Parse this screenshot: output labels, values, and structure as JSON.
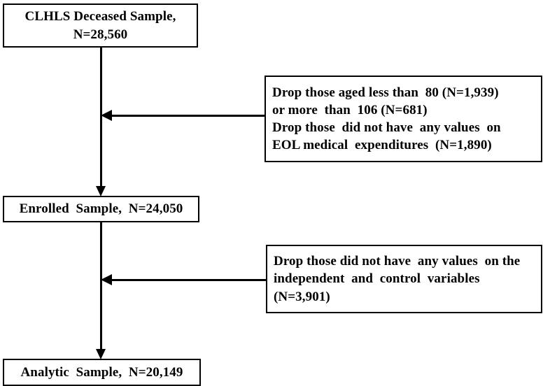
{
  "diagram": {
    "title": "CLHLS sample selection flow chart",
    "type": "flowchart",
    "colors": {
      "background": "#ffffff",
      "stroke": "#000000",
      "text": "#000000"
    },
    "nodes": [
      {
        "id": "source",
        "role": "sample-box",
        "lines": [
          "CLHLS Deceased Sample,",
          "N=28,560"
        ],
        "label": "CLHLS Deceased Sample, N=28,560",
        "count": "28,560"
      },
      {
        "id": "exclusion-1",
        "role": "exclusion-box",
        "lines": [
          "Drop those aged less than  80 (N=1,939)",
          "or more  than  106 (N=681)",
          "Drop those  did not have  any values  on",
          "EOL medical  expenditures  (N=1,890)"
        ],
        "counts": [
          "1,939",
          "681",
          "1,890"
        ]
      },
      {
        "id": "enrolled",
        "role": "sample-box",
        "lines": [
          "Enrolled  Sample,  N=24,050"
        ],
        "label": "Enrolled Sample, N=24,050",
        "count": "24,050"
      },
      {
        "id": "exclusion-2",
        "role": "exclusion-box",
        "lines": [
          "Drop those did not have  any values  on the",
          "independent  and  control  variables",
          "(N=3,901)"
        ],
        "counts": [
          "3,901"
        ]
      },
      {
        "id": "analytic",
        "role": "sample-box",
        "lines": [
          "Analytic  Sample,  N=20,149"
        ],
        "label": "Analytic Sample, N=20,149",
        "count": "20,149"
      }
    ],
    "connectors": [
      {
        "id": "source-to-enrolled",
        "from": "source",
        "to": "enrolled",
        "direction": "down"
      },
      {
        "id": "exclusion-1-to-spine",
        "from": "exclusion-1",
        "to": "source-to-enrolled",
        "direction": "left"
      },
      {
        "id": "enrolled-to-analytic",
        "from": "enrolled",
        "to": "analytic",
        "direction": "down"
      },
      {
        "id": "exclusion-2-to-spine",
        "from": "exclusion-2",
        "to": "enrolled-to-analytic",
        "direction": "left"
      }
    ]
  }
}
